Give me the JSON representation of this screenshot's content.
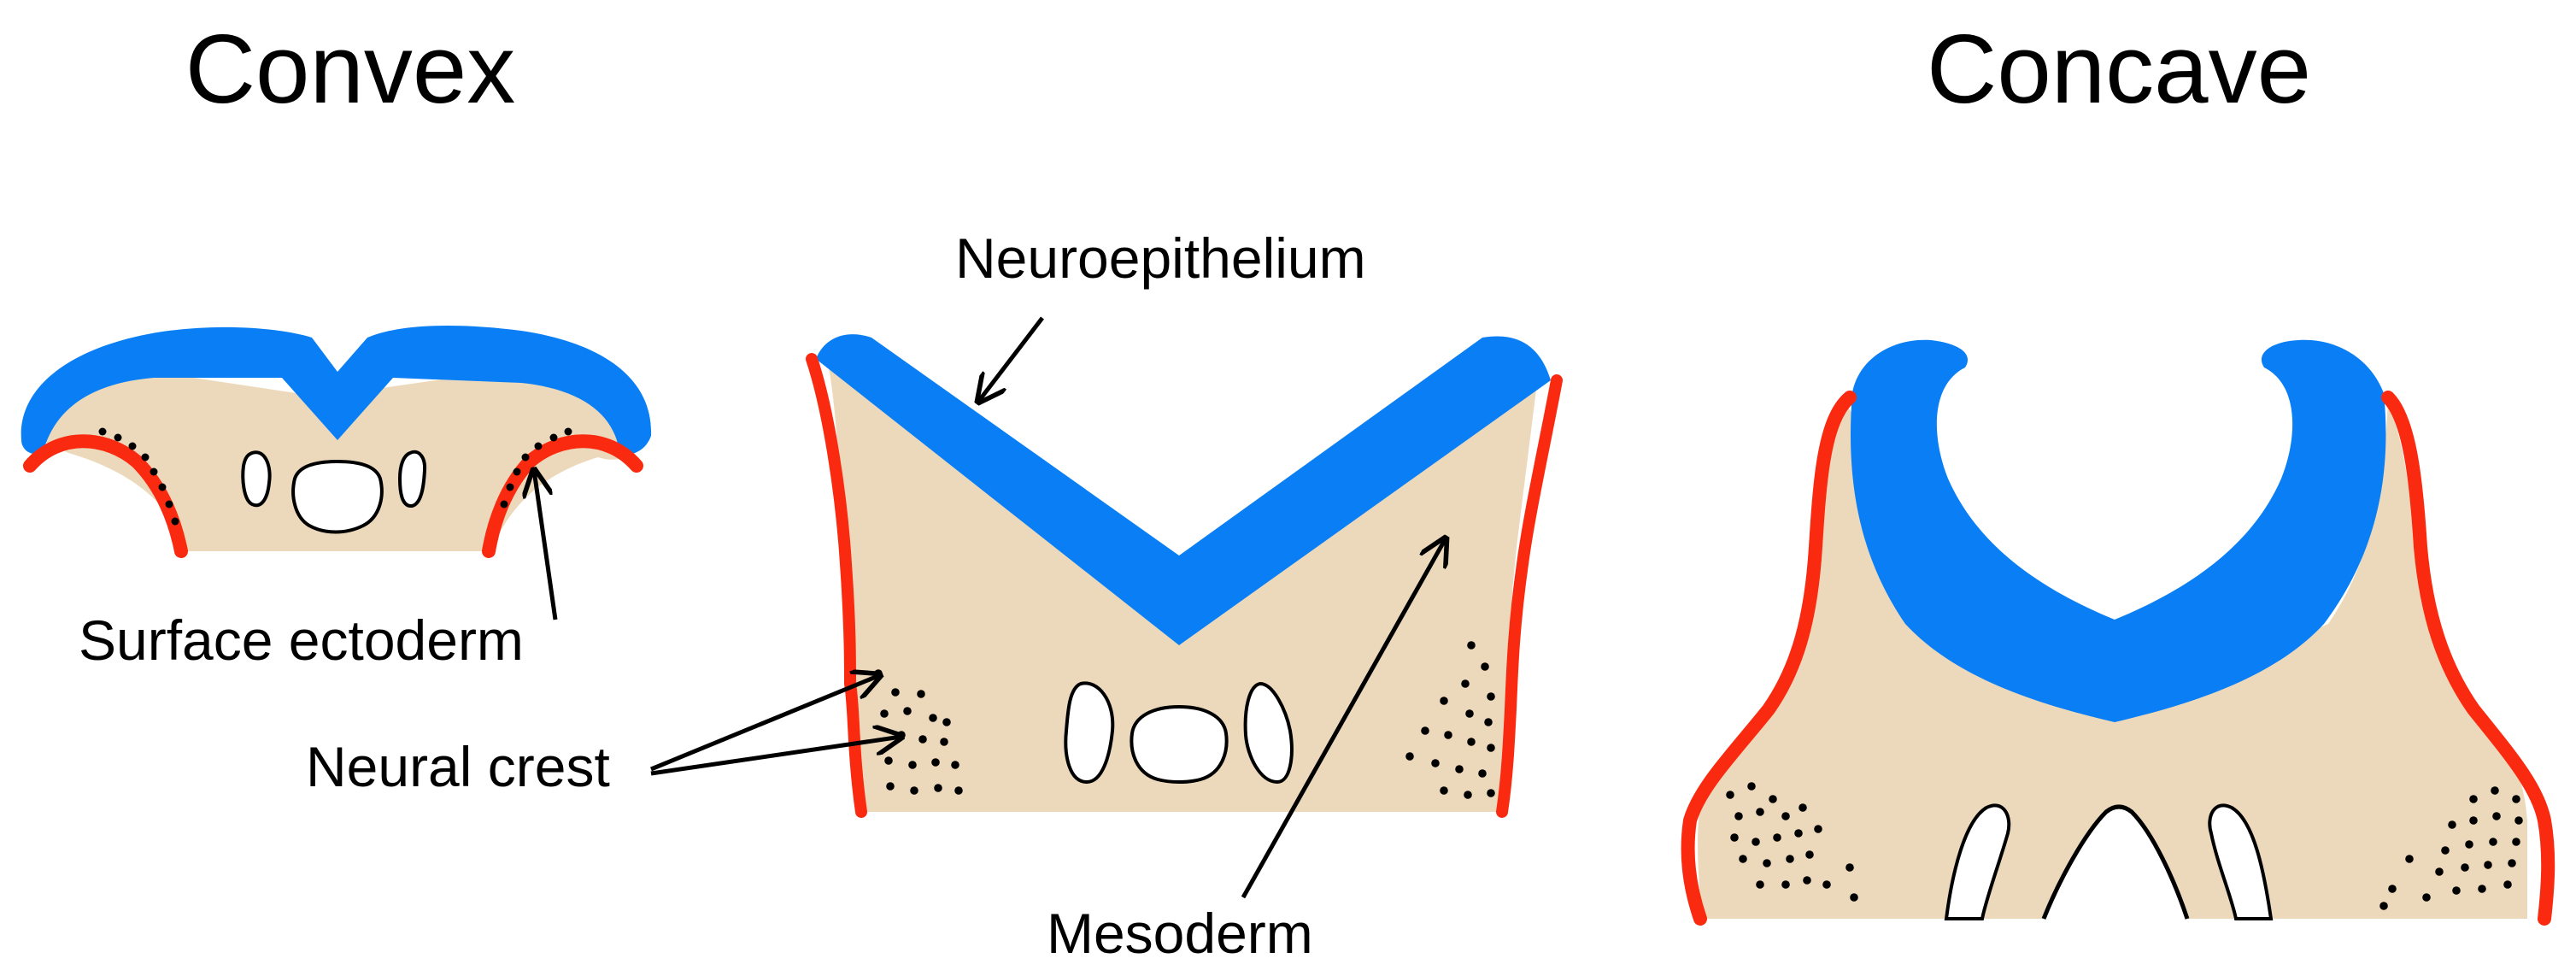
{
  "titles": {
    "convex": "Convex",
    "concave": "Concave"
  },
  "labels": {
    "neuroepithelium": "Neuroepithelium",
    "surface_ectoderm": "Surface ectoderm",
    "neural_crest": "Neural crest",
    "mesoderm": "Mesoderm"
  },
  "colors": {
    "neuroepithelium": "#0a7ff5",
    "surface_ectoderm": "#fa2a10",
    "mesoderm": "#ecd9bb",
    "outline": "#000000"
  }
}
